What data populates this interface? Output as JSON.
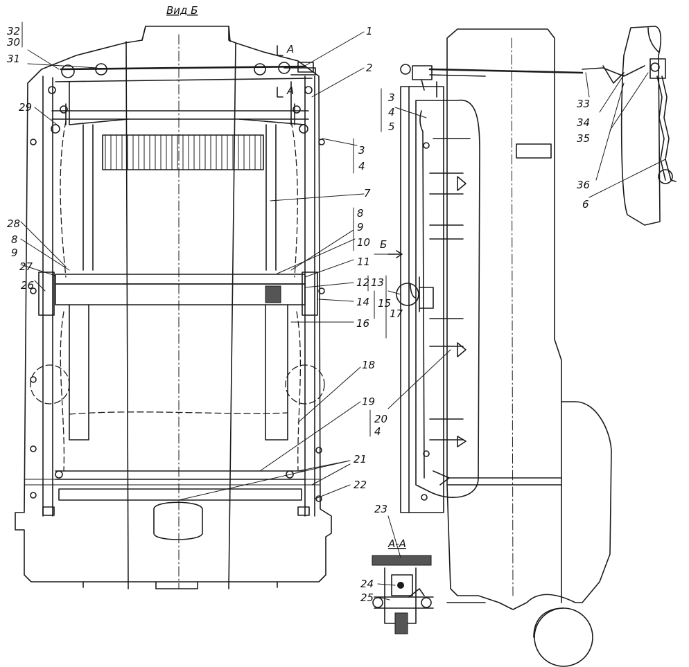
{
  "titles": {
    "view_b": "Вид Б",
    "section_aa": "А-А",
    "section_mark_a": "А",
    "view_arrow_b": "Б"
  },
  "callouts": {
    "n1": "1",
    "n2": "2",
    "n3": "3",
    "n4": "4",
    "n5": "5",
    "n6": "6",
    "n7": "7",
    "n8": "8",
    "n9": "9",
    "n10": "10",
    "n11": "11",
    "n12": "12",
    "n13": "13",
    "n14": "14",
    "n15": "15",
    "n16": "16",
    "n17": "17",
    "n18": "18",
    "n19": "19",
    "n20": "20",
    "n21": "21",
    "n22": "22",
    "n23": "23",
    "n24": "24",
    "n25": "25",
    "n26": "26",
    "n27": "27",
    "n28": "28",
    "n29": "29",
    "n30": "30",
    "n31": "31",
    "n32": "32",
    "n33": "33",
    "n34": "34",
    "n35": "35",
    "n36": "36"
  }
}
